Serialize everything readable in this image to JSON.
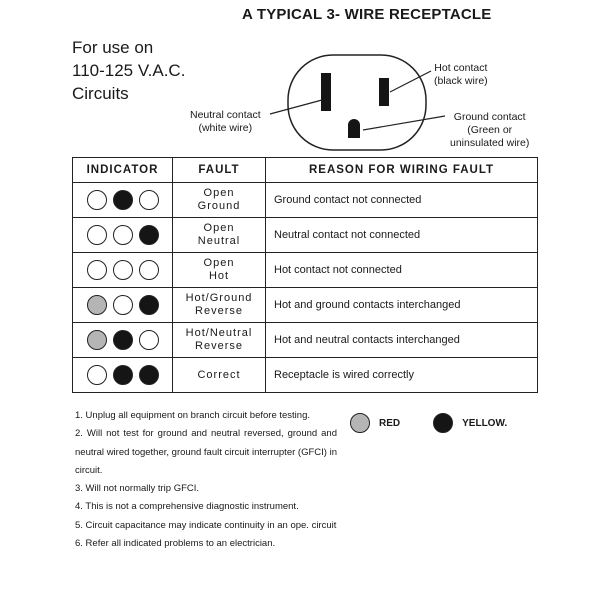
{
  "title": "A TYPICAL 3- WIRE RECEPTACLE",
  "usage": [
    "For use on",
    "110-125 V.A.C.",
    "Circuits"
  ],
  "labels": {
    "hot": [
      "Hot contact",
      "(black wire)"
    ],
    "neutral": [
      "Neutral contact",
      "(white wire)"
    ],
    "ground": [
      "Ground contact",
      "(Green or",
      "uninsulated wire)"
    ]
  },
  "table": {
    "headers": [
      "INDICATOR",
      "FAULT",
      "REASON FOR WIRING FAULT"
    ],
    "rows": [
      {
        "lights": [
          "off",
          "yellow",
          "off"
        ],
        "fault": [
          "Open",
          "Ground"
        ],
        "reason": "Ground contact not connected"
      },
      {
        "lights": [
          "off",
          "off",
          "yellow"
        ],
        "fault": [
          "Open",
          "Neutral"
        ],
        "reason": "Neutral contact not connected"
      },
      {
        "lights": [
          "off",
          "off",
          "off"
        ],
        "fault": [
          "Open",
          "Hot"
        ],
        "reason": "Hot contact not connected"
      },
      {
        "lights": [
          "red",
          "off",
          "yellow"
        ],
        "fault": [
          "Hot/Ground",
          "Reverse"
        ],
        "reason": "Hot and ground contacts interchanged"
      },
      {
        "lights": [
          "red",
          "yellow",
          "off"
        ],
        "fault": [
          "Hot/Neutral",
          "Reverse"
        ],
        "reason": "Hot and neutral contacts interchanged"
      },
      {
        "lights": [
          "off",
          "yellow",
          "yellow"
        ],
        "fault": [
          "Correct"
        ],
        "reason": "Receptacle is wired correctly"
      }
    ]
  },
  "legend": {
    "red": "RED",
    "yellow": "YELLOW."
  },
  "notes": [
    "1. Unplug all equipment on branch circuit before testing.",
    "2. Will not test for ground and neutral reversed, ground and neutral wired together, ground fault circuit interrupter (GFCI) in circuit.",
    "3. Will not normally trip GFCI.",
    "4. This is not a comprehensive diagnostic instrument.",
    "5. Circuit capacitance may indicate continuity in an ope. circuit",
    "6. Refer all indicated problems to an electrician."
  ],
  "colors": {
    "off": "#ffffff",
    "yellow": "#151515",
    "red": "#b5b5b5"
  }
}
